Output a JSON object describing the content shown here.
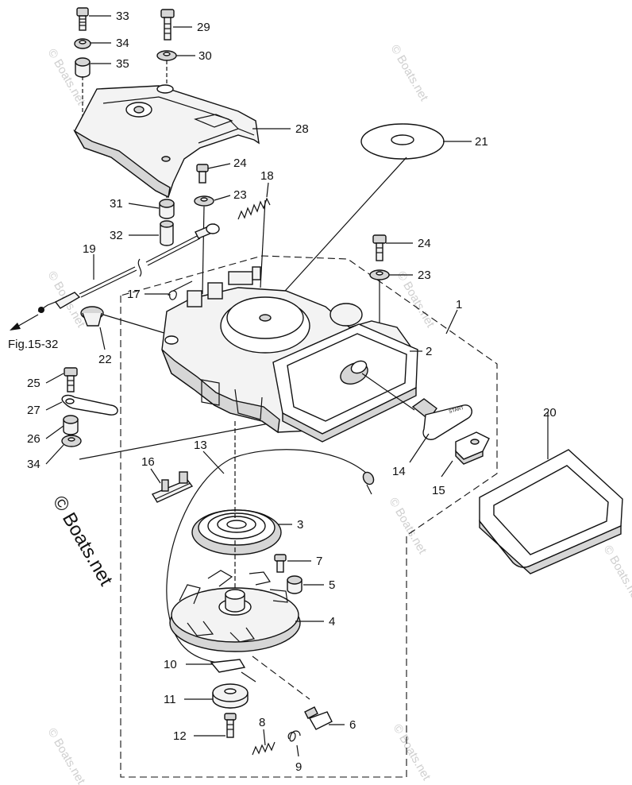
{
  "parts": [
    {
      "id": "1",
      "label": "1"
    },
    {
      "id": "2",
      "label": "2"
    },
    {
      "id": "3",
      "label": "3"
    },
    {
      "id": "4",
      "label": "4"
    },
    {
      "id": "5",
      "label": "5"
    },
    {
      "id": "6",
      "label": "6"
    },
    {
      "id": "7",
      "label": "7"
    },
    {
      "id": "8",
      "label": "8"
    },
    {
      "id": "9",
      "label": "9"
    },
    {
      "id": "10",
      "label": "10"
    },
    {
      "id": "11",
      "label": "11"
    },
    {
      "id": "12",
      "label": "12"
    },
    {
      "id": "13",
      "label": "13"
    },
    {
      "id": "14",
      "label": "14"
    },
    {
      "id": "15",
      "label": "15"
    },
    {
      "id": "16",
      "label": "16"
    },
    {
      "id": "17",
      "label": "17"
    },
    {
      "id": "18",
      "label": "18"
    },
    {
      "id": "19",
      "label": "19"
    },
    {
      "id": "20",
      "label": "20"
    },
    {
      "id": "21",
      "label": "21"
    },
    {
      "id": "22",
      "label": "22"
    },
    {
      "id": "23a",
      "label": "23"
    },
    {
      "id": "23b",
      "label": "23"
    },
    {
      "id": "24a",
      "label": "24"
    },
    {
      "id": "24b",
      "label": "24"
    },
    {
      "id": "25",
      "label": "25"
    },
    {
      "id": "26",
      "label": "26"
    },
    {
      "id": "27",
      "label": "27"
    },
    {
      "id": "28",
      "label": "28"
    },
    {
      "id": "29",
      "label": "29"
    },
    {
      "id": "30",
      "label": "30"
    },
    {
      "id": "31",
      "label": "31"
    },
    {
      "id": "32",
      "label": "32"
    },
    {
      "id": "33",
      "label": "33"
    },
    {
      "id": "34a",
      "label": "34"
    },
    {
      "id": "34b",
      "label": "34"
    },
    {
      "id": "35",
      "label": "35"
    }
  ],
  "reference": "Fig.15-32",
  "watermark": "© Boats.net",
  "watermark_small": "© Boats.net",
  "handle_text": "START"
}
